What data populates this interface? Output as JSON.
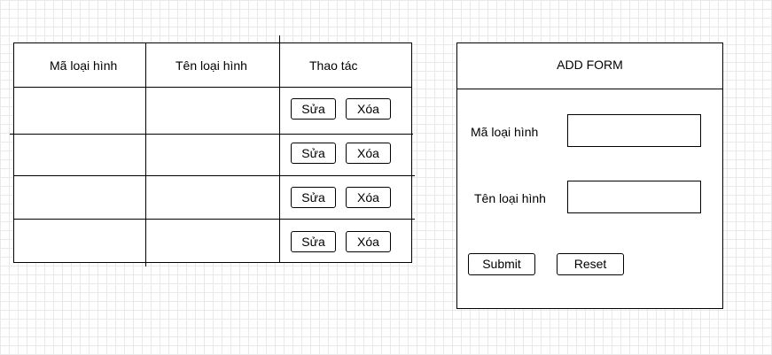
{
  "table": {
    "headers": [
      "Mã loại hình",
      "Tên loại hình",
      "Thao tác"
    ],
    "rows": [
      {
        "ma": "",
        "ten": "",
        "edit_label": "Sửa",
        "delete_label": "Xóa"
      },
      {
        "ma": "",
        "ten": "",
        "edit_label": "Sửa",
        "delete_label": "Xóa"
      },
      {
        "ma": "",
        "ten": "",
        "edit_label": "Sửa",
        "delete_label": "Xóa"
      },
      {
        "ma": "",
        "ten": "",
        "edit_label": "Sửa",
        "delete_label": "Xóa"
      }
    ]
  },
  "form": {
    "title": "ADD FORM",
    "fields": [
      {
        "label": "Mã loại hình",
        "value": ""
      },
      {
        "label": "Tên loại hình",
        "value": ""
      }
    ],
    "submit_label": "Submit",
    "reset_label": "Reset"
  }
}
